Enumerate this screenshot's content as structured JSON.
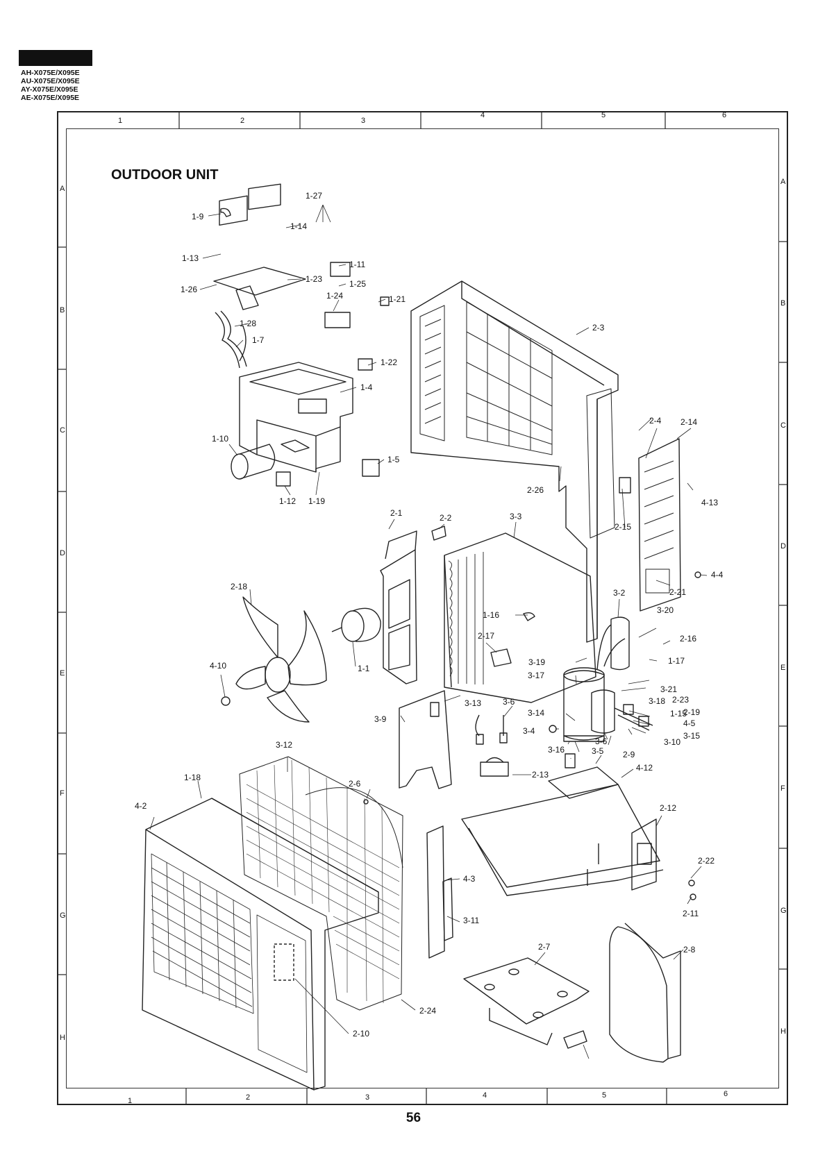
{
  "header": {
    "models": [
      "AH-X075E/X095E",
      "AU-X075E/X095E",
      "AY-X075E/X095E",
      "AE-X075E/X095E"
    ]
  },
  "diagram": {
    "title": "OUTDOOR UNIT",
    "zones": {
      "columns": [
        "1",
        "2",
        "3",
        "4",
        "5",
        "6"
      ],
      "rows": [
        "A",
        "B",
        "C",
        "D",
        "E",
        "F",
        "G",
        "H"
      ]
    },
    "callouts": [
      "1-27",
      "1-9",
      "1-14",
      "1-13",
      "1-11",
      "1-25",
      "1-26",
      "1-23",
      "1-24",
      "1-21",
      "1-28",
      "1-7",
      "1-22",
      "1-4",
      "1-10",
      "1-5",
      "1-12",
      "1-19",
      "2-3",
      "2-4",
      "2-14",
      "2-26",
      "4-13",
      "2-15",
      "2-1",
      "2-2",
      "3-3",
      "4-4",
      "2-21",
      "2-18",
      "3-2",
      "1-16",
      "3-20",
      "2-16",
      "2-17",
      "1-17",
      "3-19",
      "4-10",
      "1-1",
      "3-17",
      "3-21",
      "3-18",
      "2-23",
      "3-13",
      "1-15",
      "3-6",
      "2-19",
      "3-9",
      "3-14",
      "4-5",
      "3-4",
      "3-15",
      "3-6",
      "3-10",
      "3-16",
      "3-5",
      "2-9",
      "3-12",
      "4-12",
      "2-6",
      "1-18",
      "2-13",
      "2-12",
      "4-2",
      "2-22",
      "4-3",
      "2-11",
      "3-11",
      "2-8",
      "2-7",
      "2-24",
      "2-10"
    ]
  },
  "footer": {
    "page_number": "56"
  }
}
